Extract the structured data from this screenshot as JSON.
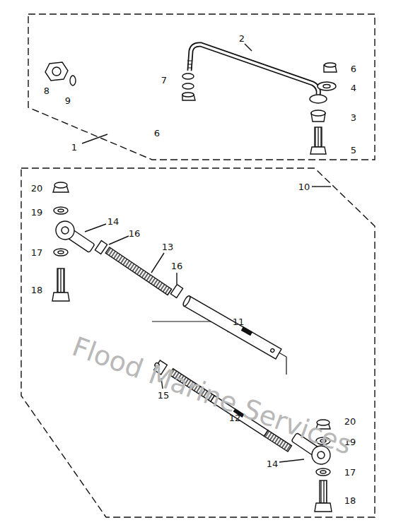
{
  "diagram": {
    "labels": [
      "1",
      "2",
      "3",
      "4",
      "5",
      "6",
      "6",
      "7",
      "8",
      "9",
      "10",
      "11",
      "12",
      "13",
      "14",
      "14",
      "15",
      "16",
      "16",
      "17",
      "17",
      "18",
      "18",
      "19",
      "19",
      "20",
      "20",
      "Flood Marine Services"
    ]
  }
}
